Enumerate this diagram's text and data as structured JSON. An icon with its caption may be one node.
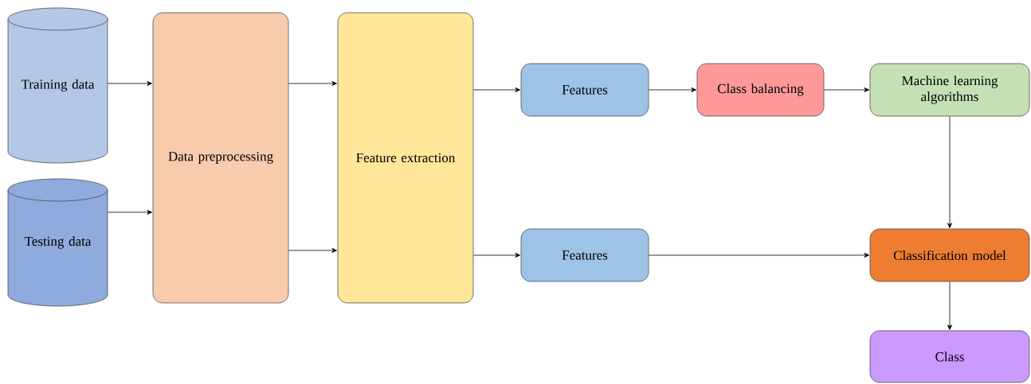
{
  "diagram": {
    "nodes": [
      {
        "text": [
          "Training data"
        ]
      },
      {
        "text": [
          "Testing data"
        ]
      },
      {
        "text": [
          "Data preprocessing"
        ]
      },
      {
        "text": [
          "Feature extraction"
        ]
      },
      {
        "text": [
          "Features"
        ]
      },
      {
        "text": [
          "Class balancing"
        ]
      },
      {
        "text": [
          "Machine learning algorithms"
        ]
      },
      {
        "text": [
          "Features"
        ]
      },
      {
        "text": [
          "Classification model"
        ]
      },
      {
        "text": [
          "Class"
        ]
      }
    ],
    "edges": [
      {
        "from": 0,
        "to": 2,
        "arrow": "to"
      },
      {
        "from": 1,
        "to": 2,
        "arrow": "to"
      },
      {
        "from": 2,
        "to": 3,
        "arrow": "to"
      },
      {
        "from": 2,
        "to": 3,
        "arrow": "to"
      },
      {
        "from": 3,
        "to": 4,
        "arrow": "to"
      },
      {
        "from": 3,
        "to": 7,
        "arrow": "to"
      },
      {
        "from": 4,
        "to": 5,
        "arrow": "to"
      },
      {
        "from": 5,
        "to": 6,
        "arrow": "to"
      },
      {
        "from": 6,
        "to": 8,
        "arrow": "to"
      },
      {
        "from": 7,
        "to": 8,
        "arrow": "to"
      },
      {
        "from": 8,
        "to": 9,
        "arrow": "to"
      }
    ]
  }
}
